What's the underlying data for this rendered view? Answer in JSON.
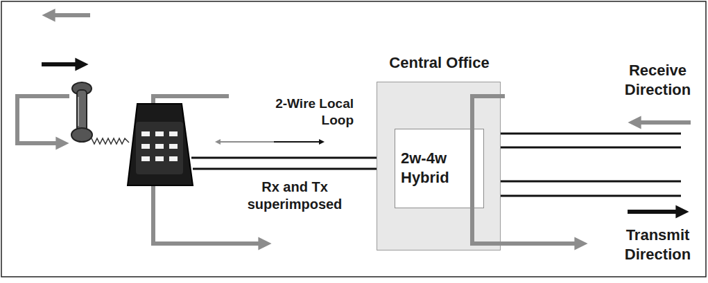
{
  "diagram": {
    "nodes": [
      {
        "text": [
          "Central Office"
        ]
      },
      {
        "text": [
          "2w-4w Hybrid"
        ],
        "in": 0
      }
    ],
    "labels": [
      "2-Wire Local Loop",
      "Rx and Tx superimposed",
      "Receive Direction",
      "Transmit Direction"
    ]
  }
}
